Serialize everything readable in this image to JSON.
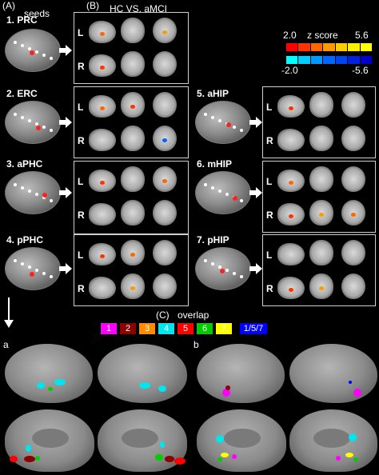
{
  "panels": {
    "A": "(A)",
    "B": "(B)",
    "C": "(C)",
    "a": "a",
    "b": "b"
  },
  "seeds_label": "seeds",
  "comparison_title": "HC VS. aMCI",
  "overlap_label": "overlap",
  "seeds": [
    {
      "label": "1. PRC"
    },
    {
      "label": "2. ERC"
    },
    {
      "label": "3. aPHC"
    },
    {
      "label": "4. pPHC"
    },
    {
      "label": "5. aHIP"
    },
    {
      "label": "6. mHIP"
    },
    {
      "label": "7. pHIP"
    }
  ],
  "hemi": {
    "left": "L",
    "right": "R"
  },
  "zscore": {
    "title": "z score",
    "pos_min": "2.0",
    "pos_max": "5.6",
    "neg_min": "-2.0",
    "neg_max": "-5.6",
    "pos_colors": [
      "#ff0000",
      "#ff3300",
      "#ff6600",
      "#ff9900",
      "#ffcc00",
      "#ffee00",
      "#ffff00"
    ],
    "neg_colors": [
      "#00ffff",
      "#00ccff",
      "#0099ff",
      "#0066ff",
      "#0044ee",
      "#0022dd",
      "#0000cc"
    ]
  },
  "overlap_legend": [
    {
      "label": "1",
      "color": "#ff00ff"
    },
    {
      "label": "2",
      "color": "#8b0000"
    },
    {
      "label": "3",
      "color": "#ff8c00"
    },
    {
      "label": "4",
      "color": "#00e5ee"
    },
    {
      "label": "5",
      "color": "#ff0000"
    },
    {
      "label": "6",
      "color": "#00cc00"
    },
    {
      "label": "7",
      "color": "#ffff00"
    },
    {
      "label": "1/5/7",
      "color": "#0000ff"
    }
  ]
}
